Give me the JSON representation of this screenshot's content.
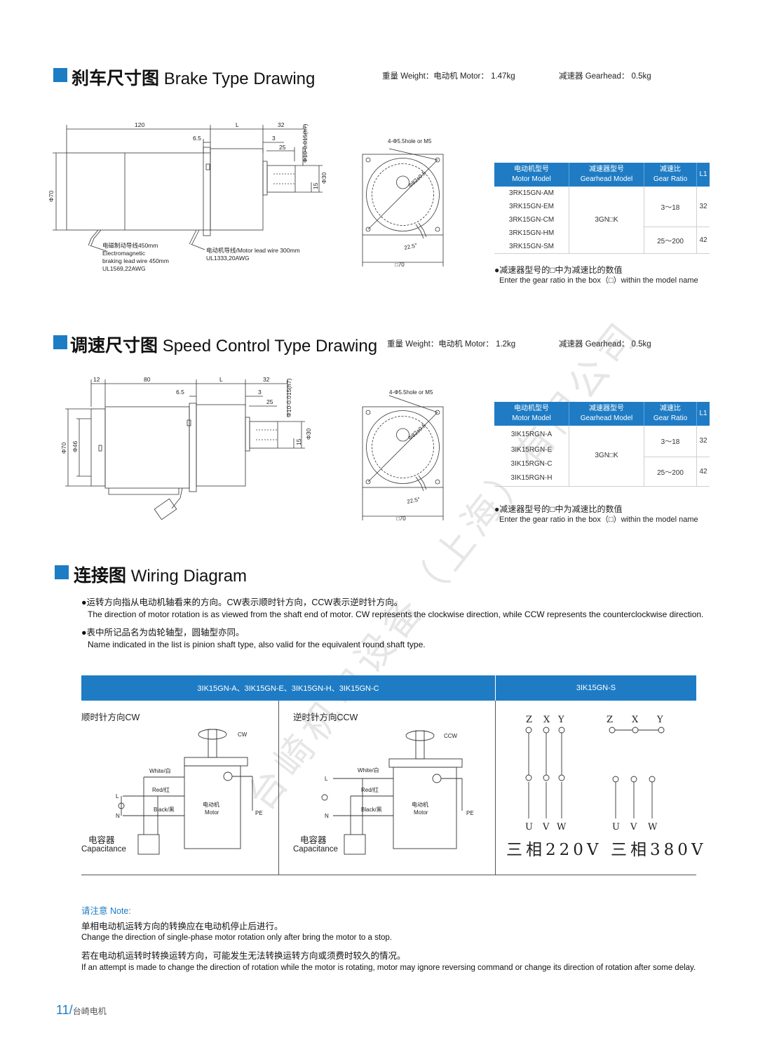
{
  "brake": {
    "title_zh": "刹车尺寸图",
    "title_en": "Brake Type Drawing",
    "weight_motor": "重量 Weight：电动机 Motor： 1.47kg",
    "weight_gear": "减速器 Gearhead： 0.5kg",
    "dims": {
      "d120": "120",
      "dL": "L",
      "d32": "32",
      "d65": "6.5",
      "d3": "3",
      "d25": "25",
      "phi10": "Φ10-0.015(h7)",
      "phi70": "Φ70",
      "phi30": "Φ30",
      "d15": "15"
    },
    "front": {
      "holes": "4-Φ5.5hole or M5",
      "pcd": "Φ82±0.5",
      "angle": "22.5°",
      "sq": "□70"
    },
    "lead1": [
      "电磁制动导线450mm",
      "Electromagnetic",
      "braking lead wire 450mm",
      "UL1569,22AWG"
    ],
    "lead2": [
      "电动机导线/Motor lead wire 300mm",
      "UL1333,20AWG"
    ],
    "table": {
      "h1": [
        "电动机型号",
        "Motor Model"
      ],
      "h2": [
        "减速器型号",
        "Gearhead Model"
      ],
      "h3": [
        "减速比",
        "Gear Ratio"
      ],
      "h4": "L1",
      "motors": [
        "3RK15GN-AM",
        "3RK15GN-EM",
        "3RK15GN-CM",
        "3RK15GN-HM",
        "3RK15GN-SM"
      ],
      "gearhead": "3GN□K",
      "r1": "3～18",
      "l1a": "32",
      "r2": "25～200",
      "l1b": "42"
    },
    "note_zh": "●减速器型号的□中为减速比的数值",
    "note_en": "Enter the gear ratio in the box（□）within the model name"
  },
  "speed": {
    "title_zh": "调速尺寸图",
    "title_en": "Speed Control Type Drawing",
    "weight_motor": "重量 Weight：电动机 Motor： 1.2kg",
    "weight_gear": "减速器 Gearhead： 0.5kg",
    "dims": {
      "d12": "12",
      "d80": "80",
      "dL": "L",
      "d32": "32",
      "d65": "6.5",
      "d3": "3",
      "d25": "25",
      "phi10": "Φ10-0.015(h7)",
      "phi70": "Φ70",
      "phi46": "Φ46",
      "phi30": "Φ30",
      "d15": "15"
    },
    "front": {
      "holes": "4-Φ5.5hole or M5",
      "pcd": "Φ82±0.5",
      "angle": "22.5°",
      "sq": "□70"
    },
    "table": {
      "h1": [
        "电动机型号",
        "Motor Model"
      ],
      "h2": [
        "减速器型号",
        "Gearhead Model"
      ],
      "h3": [
        "减速比",
        "Gear Ratio"
      ],
      "h4": "L1",
      "motors": [
        "3IK15RGN-A",
        "3IK15RGN-E",
        "3IK15RGN-C",
        "3IK15RGN-H"
      ],
      "gearhead": "3GN□K",
      "r1": "3～18",
      "l1a": "32",
      "r2": "25～200",
      "l1b": "42"
    },
    "note_zh": "●减速器型号的□中为减速比的数值",
    "note_en": "Enter the gear ratio in the box（□）within the model name"
  },
  "wiring": {
    "title_zh": "连接图",
    "title_en": "Wiring Diagram",
    "b1_zh": "●运转方向指从电动机轴看来的方向。CW表示顺时针方向，CCW表示逆时针方向。",
    "b1_en": "The direction of motor rotation is as viewed from the shaft end of motor. CW represents the clockwise direction, while CCW represents the counterclockwise direction.",
    "b2_zh": "●表中所记品名为齿轮轴型，圆轴型亦同。",
    "b2_en": "Name indicated in the list is pinion shaft type, also valid for the equivalent round shaft type.",
    "head_left": "3IK15GN-A、3IK15GN-E、3IK15GN-H、3IK15GN-C",
    "head_right": "3IK15GN-S",
    "cw_title": "顺时针方向CW",
    "ccw_title": "逆时针方向CCW",
    "cw": "CW",
    "ccw": "CCW",
    "white": "White/白",
    "red": "Red/红",
    "black": "Black/黑",
    "motor_zh": "电动机",
    "motor_en": "Motor",
    "L": "L",
    "N": "N",
    "PE": "PE",
    "cap_zh": "电容器",
    "cap_en": "Capacitance",
    "zxy": [
      "Z",
      "X",
      "Y"
    ],
    "uvw": [
      "U",
      "V",
      "W"
    ],
    "v220": "三相220V",
    "v380": "三相380V"
  },
  "note": {
    "title": "请注意 Note:",
    "l1": "单相电动机运转方向的转换应在电动机停止后进行。",
    "l2": "Change the direction of single-phase motor rotation only after bring the motor to a stop.",
    "l3": "若在电动机运转时转换运转方向，可能发生无法转换运转方向或须费时较久的情况。",
    "l4": "If an attempt is made to change the direction of rotation while the motor is rotating, motor may ignore reversing command or change its direction of rotation after some delay."
  },
  "footer": {
    "page": "11/",
    "name": "台崎电机"
  },
  "watermark": "台崎机电设备（上海）有限公司",
  "colors": {
    "accent": "#1f7cc4",
    "line": "#333333"
  }
}
